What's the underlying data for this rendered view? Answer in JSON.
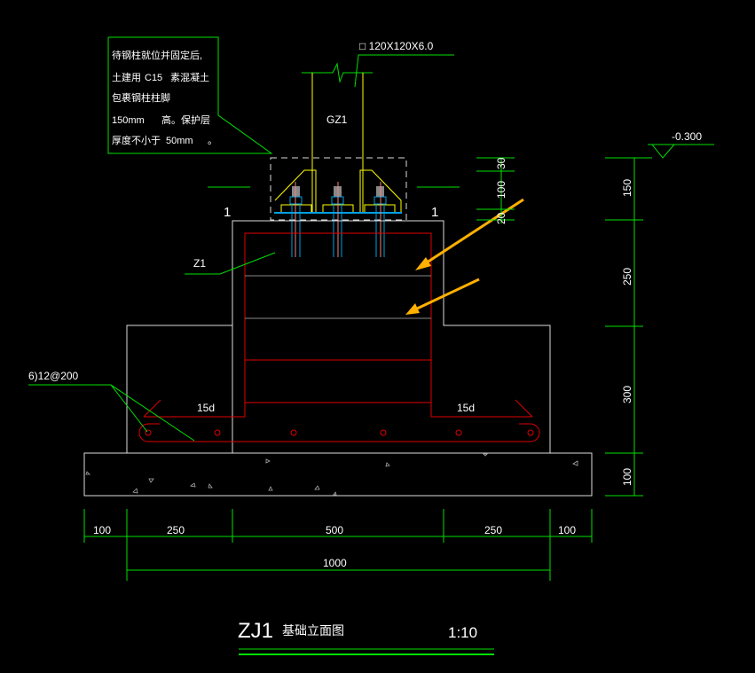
{
  "note": {
    "lines": [
      "待钢柱就位并固定后,",
      "土建用",
      "C15",
      "素混凝土",
      "包裹钢柱柱脚",
      "150mm",
      "高。保护层",
      "厚度不小于",
      "50mm",
      "。"
    ]
  },
  "column": {
    "section": "□ 120X120X6.0",
    "label": "GZ1"
  },
  "pedestal_label": "Z1",
  "rebar_label": "6)12@200",
  "hook_labels": [
    "15d",
    "15d"
  ],
  "section_marks": [
    "1",
    "1"
  ],
  "elevation": "-0.300",
  "small_dims": [
    "30",
    "100",
    "20"
  ],
  "right_dims": [
    "150",
    "250",
    "300",
    "100"
  ],
  "bottom_dims": [
    "100",
    "250",
    "500",
    "250",
    "100"
  ],
  "total_dim": "1000",
  "title": {
    "code": "ZJ1",
    "name": "基础立面图",
    "scale": "1:10"
  },
  "colors": {
    "green": "#00e000",
    "red": "#e00000",
    "yellow": "#ffff00",
    "blue": "#00a0e0",
    "orange": "#ffb000"
  }
}
